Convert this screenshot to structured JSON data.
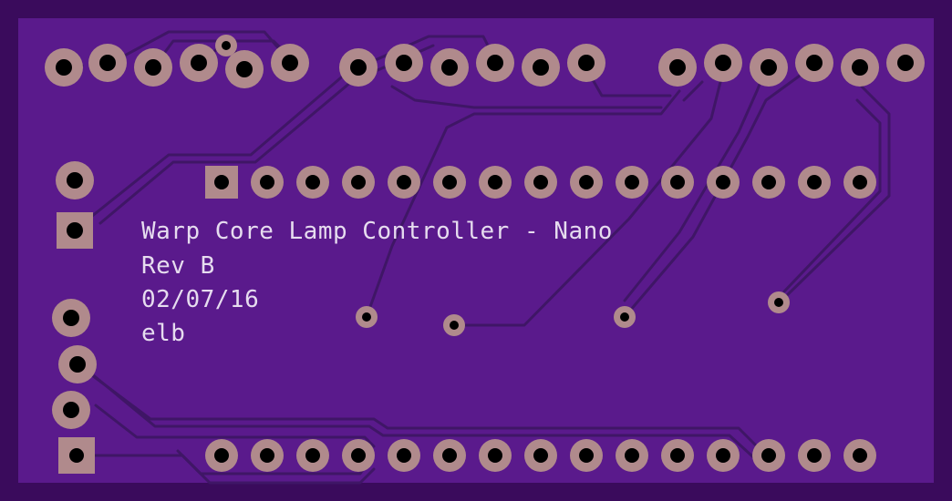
{
  "board": {
    "silkscreen": {
      "line1": "Warp Core Lamp Controller - Nano",
      "line2": "Rev B",
      "line3": "02/07/16",
      "line4": "elb"
    },
    "colors": {
      "edge": "#3a0b5c",
      "substrate": "#5a1a8c",
      "trace": "#3f1666",
      "pad": "#b08a8c",
      "pad_ring_dark": "#8a6a6c",
      "hole": "#000000",
      "silk": "#e6dcef"
    }
  }
}
